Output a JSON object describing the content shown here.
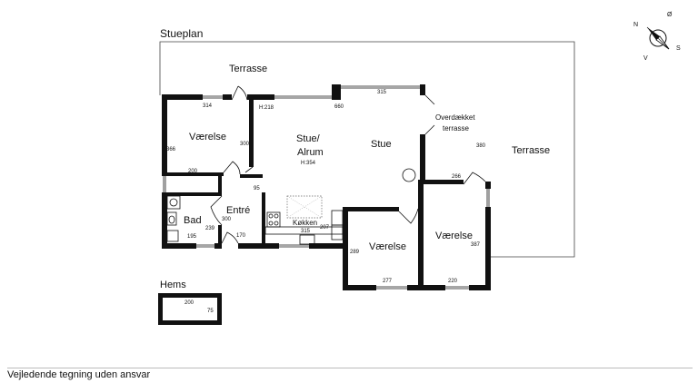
{
  "floor_label": "Stueplan",
  "loft_label": "Hems",
  "disclaimer": "Vejledende tegning uden ansvar",
  "compass": {
    "n": "N",
    "o": "Ø",
    "s": "S",
    "v": "V"
  },
  "rooms": {
    "terrace_top": "Terrasse",
    "terrace_right": "Terrasse",
    "covered_terrace_1": "Overdækket",
    "covered_terrace_2": "terrasse",
    "bedroom_1": "Værelse",
    "living_1": "Stue/",
    "living_2": "Alrum",
    "living_height": "H:354",
    "stue": "Stue",
    "entry": "Entré",
    "bath": "Bad",
    "kitchen": "Køkken",
    "bedroom_2": "Værelse",
    "bedroom_3": "Værelse"
  },
  "dimensions": {
    "d314": "314",
    "d366": "366",
    "d300a": "300",
    "d200": "200",
    "h218": "H:218",
    "d660": "660",
    "d315a": "315",
    "d380": "380",
    "d266": "266",
    "d387": "387",
    "d220": "220",
    "d95": "95",
    "d300b": "300",
    "d239": "239",
    "d195": "195",
    "d170": "170",
    "d315b": "315",
    "d207": "207",
    "d289": "289",
    "d277": "277",
    "loft_w": "200",
    "loft_h": "75"
  }
}
